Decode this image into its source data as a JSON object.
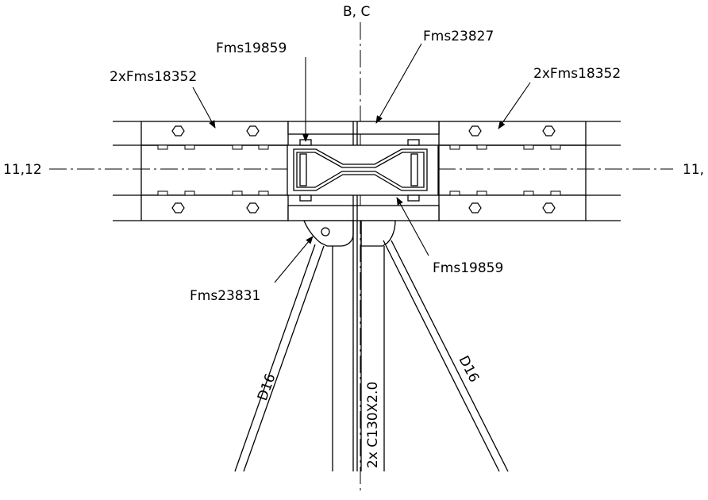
{
  "axes": {
    "vertical": "B, C",
    "horizontal_left": "11,12",
    "horizontal_right": "11,"
  },
  "callouts": {
    "bracket_top_left": "Fms19859",
    "cap_top_right": "Fms23827",
    "beams_left": "2xFms18352",
    "beams_right": "2xFms18352",
    "bracket_bottom_right": "Fms19859",
    "gusset_left": "Fms23831"
  },
  "members": {
    "brace_left": "D16",
    "brace_right": "D16",
    "column": "2x C130X2.0"
  }
}
